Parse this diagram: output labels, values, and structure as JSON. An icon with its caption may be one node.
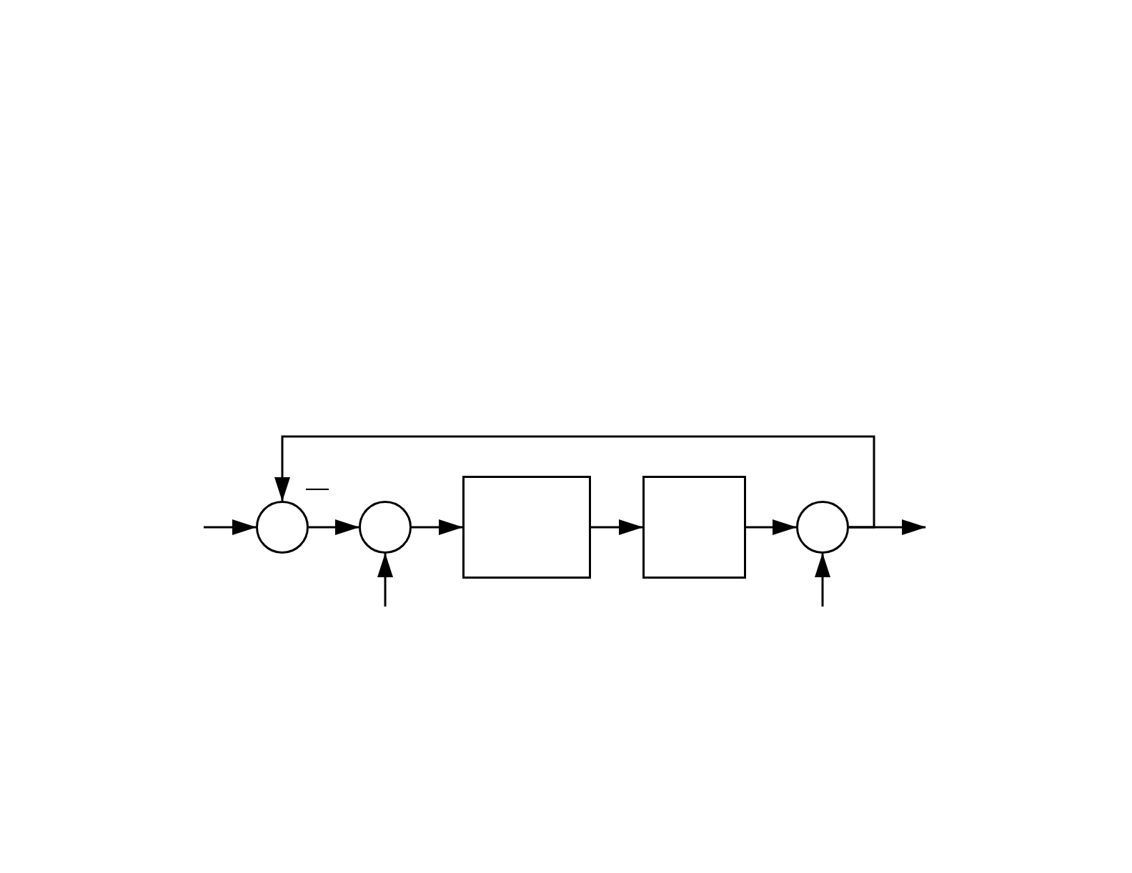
{
  "diagram": {
    "nodes": [
      {
        "text": [],
        "shape": "circle"
      },
      {
        "text": [],
        "shape": "circle"
      },
      {
        "text": [],
        "shape": "box"
      },
      {
        "text": [],
        "shape": "box"
      },
      {
        "text": [],
        "shape": "circle"
      }
    ],
    "edges": [
      {
        "from": null,
        "to": 0,
        "arrow": "to"
      },
      {
        "from": 0,
        "to": 1,
        "arrow": "to"
      },
      {
        "from": 1,
        "to": 2,
        "arrow": "to"
      },
      {
        "from": 2,
        "to": 3,
        "arrow": "to"
      },
      {
        "from": 3,
        "to": 4,
        "arrow": "to"
      },
      {
        "from": null,
        "to": 1,
        "arrow": "to"
      },
      {
        "from": null,
        "to": 4,
        "arrow": "to"
      },
      {
        "from": 4,
        "to": null,
        "arrow": "to"
      },
      {
        "from": 4,
        "to": 0,
        "arrow": "to"
      }
    ],
    "labels": [
      "—"
    ]
  }
}
